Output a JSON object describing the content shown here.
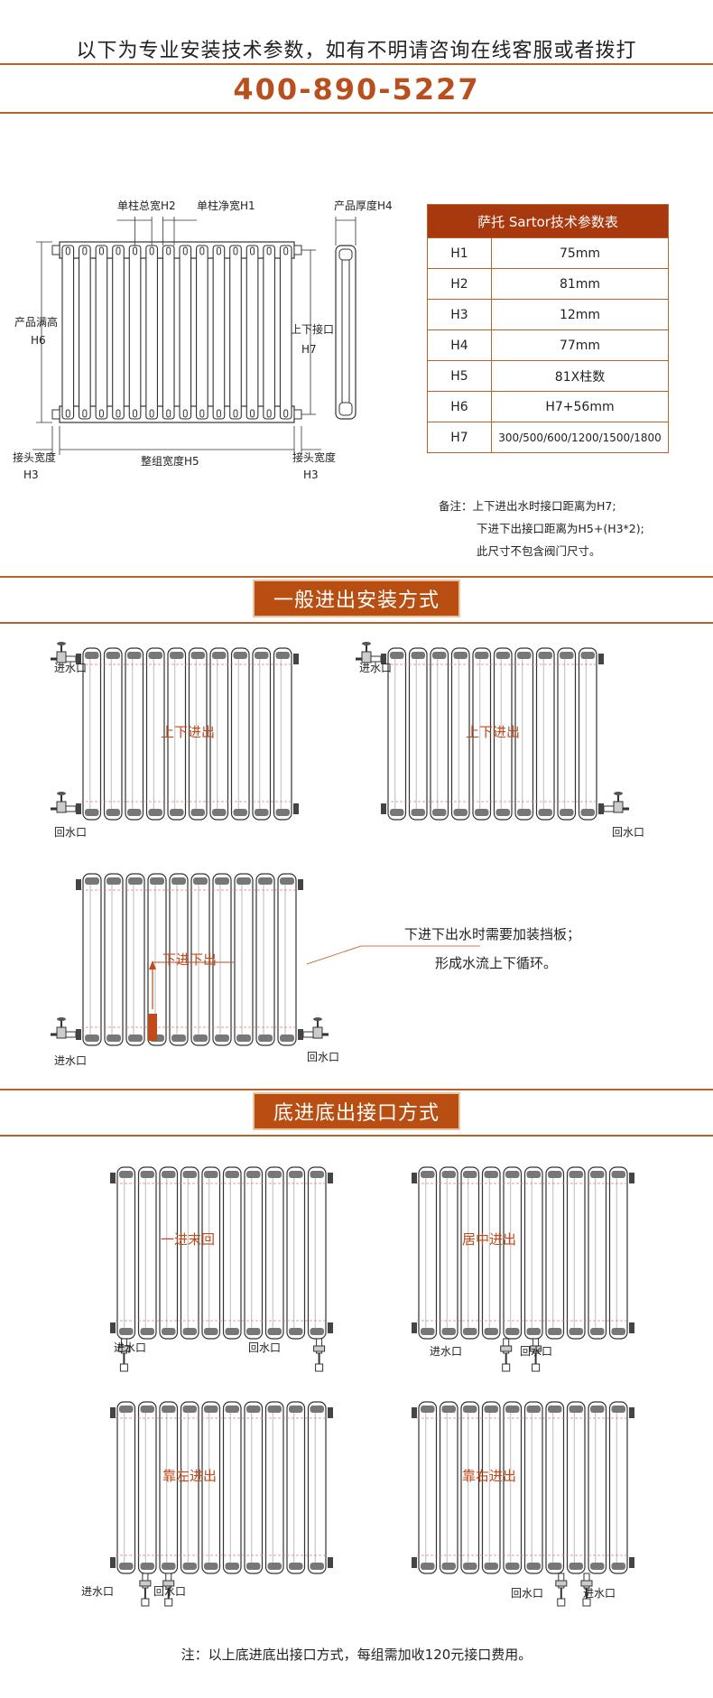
{
  "header": {
    "title": "以下为专业安装技术参数，如有不明请咨询在线客服或者拨打",
    "phone": "400-890-5227"
  },
  "diagram": {
    "labels": {
      "single_total_width": "单柱总宽H2",
      "single_net_width": "单柱净宽H1",
      "product_thickness": "产品厚度H4",
      "full_height": "产品满高",
      "h6": "H6",
      "inlet_spacing": "上下接口",
      "h7": "H7",
      "joint_width_left": "接头宽度",
      "h3_left": "H3",
      "whole_width": "整组宽度H5",
      "joint_width_right": "接头宽度",
      "h3_right": "H3"
    }
  },
  "spec_table": {
    "title": "萨托 Sartor技术参数表",
    "rows": [
      {
        "key": "H1",
        "value": "75mm"
      },
      {
        "key": "H2",
        "value": "81mm"
      },
      {
        "key": "H3",
        "value": "12mm"
      },
      {
        "key": "H4",
        "value": "77mm"
      },
      {
        "key": "H5",
        "value": "81X柱数"
      },
      {
        "key": "H6",
        "value": "H7+56mm"
      },
      {
        "key": "H7",
        "value": "300/500/600/1200/1500/1800"
      }
    ]
  },
  "remarks": {
    "line1": "备注：上下进出水时接口距离为H7;",
    "line2": "下进下出接口距离为H5+(H3*2);",
    "line3": "此尺寸不包含阀门尺寸。"
  },
  "section1": {
    "title": "一般进出安装方式",
    "a_inlet": "进水口",
    "a_return": "回水口",
    "a_mode": "上下进出",
    "b_inlet": "进水口",
    "b_return": "回水口",
    "b_mode": "上下进出",
    "c_mode": "下进下出",
    "c_inlet": "进水口",
    "c_return": "回水口",
    "c_note1": "下进下出水时需要加装挡板；",
    "c_note2": "形成水流上下循环。"
  },
  "section2": {
    "title": "底进底出接口方式",
    "a_mode": "一进末回",
    "a_inlet": "进水口",
    "a_return": "回水口",
    "b_mode": "居中进出",
    "b_inlet": "进水口",
    "b_return": "回水口",
    "c_mode": "靠左进出",
    "c_inlet": "进水口",
    "c_return": "回水口",
    "d_mode": "靠右进出",
    "d_return": "回水口",
    "d_inlet": "进水口",
    "footnote": "注：以上底进底出接口方式，每组需加收120元接口费用。"
  }
}
